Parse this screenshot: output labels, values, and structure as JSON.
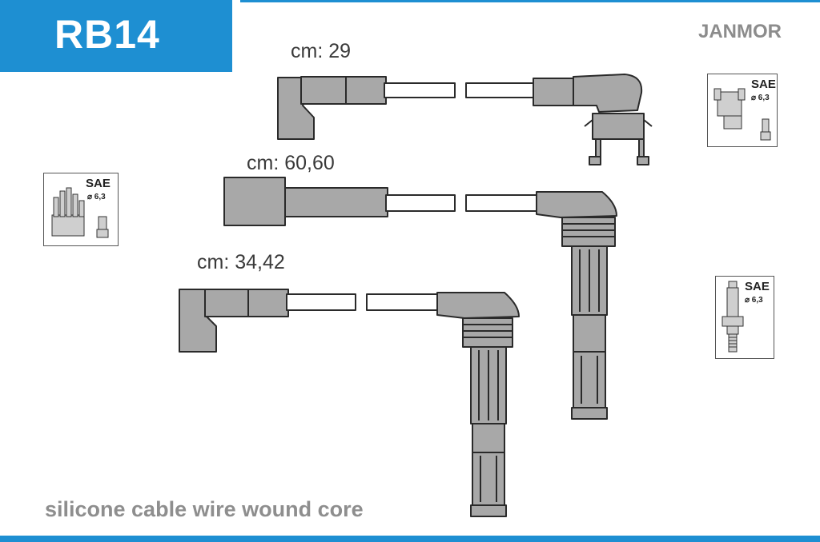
{
  "header": {
    "part_code": "RB14",
    "brand": "JANMOR",
    "accent_color": "#1e8fd2"
  },
  "cables": [
    {
      "length_label": "cm: 29"
    },
    {
      "length_label": "cm: 60,60"
    },
    {
      "length_label": "cm: 34,42"
    }
  ],
  "connector_icons": [
    {
      "name": "coil-terminal-icon",
      "standard": "SAE",
      "diameter": "⌀ 6,3"
    },
    {
      "name": "distributor-cap-icon",
      "standard": "SAE",
      "diameter": "⌀ 6,3"
    },
    {
      "name": "spark-plug-icon",
      "standard": "SAE",
      "diameter": "⌀ 6,3"
    }
  ],
  "footer": {
    "description": "silicone cable wire wound core"
  }
}
